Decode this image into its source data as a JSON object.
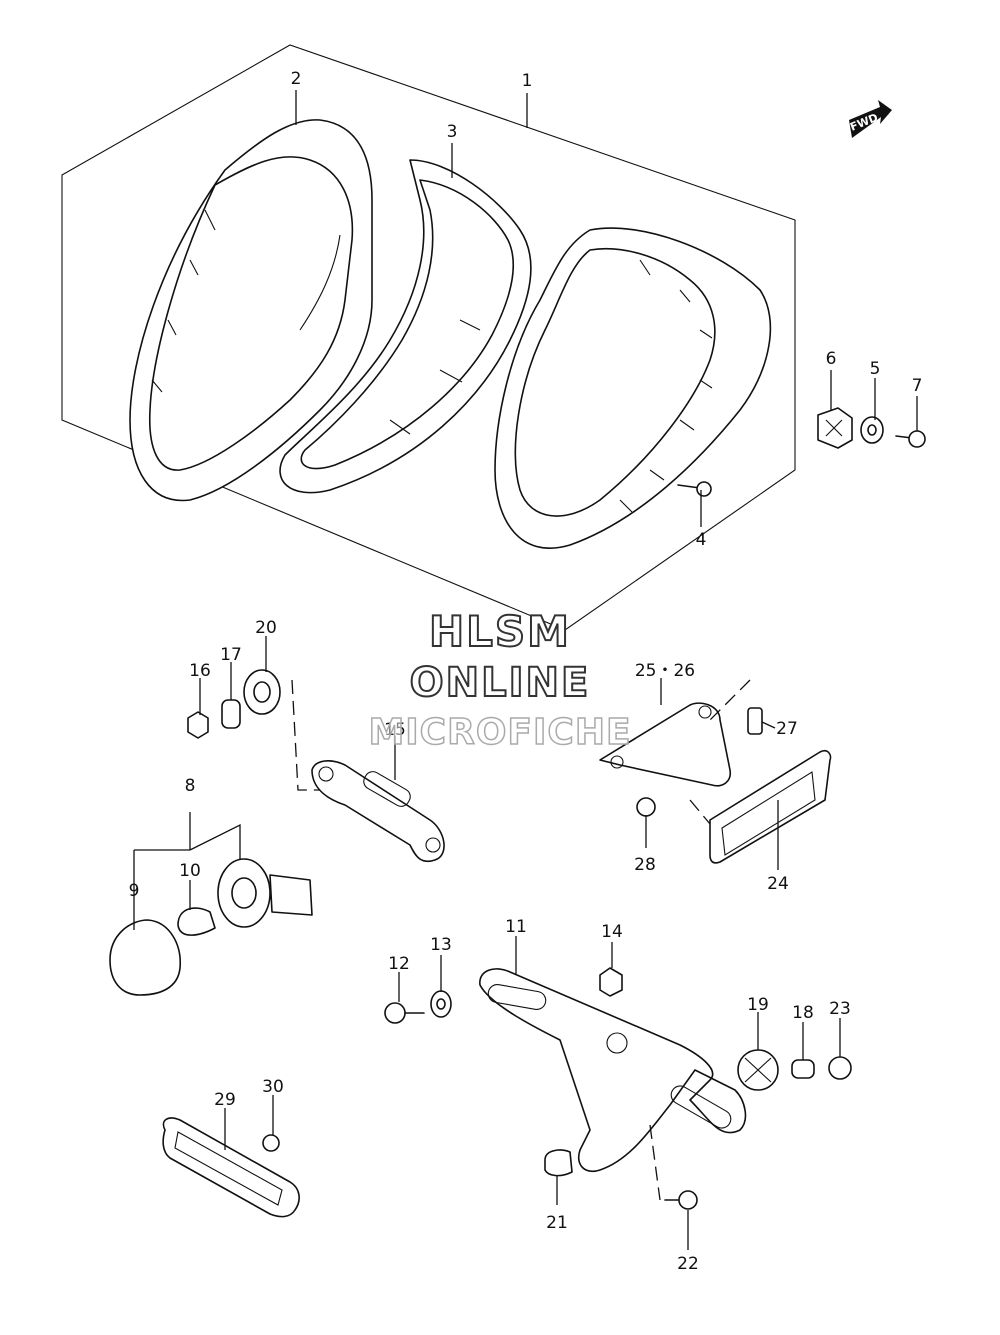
{
  "watermark": {
    "line1": "HLSM",
    "line2": "ONLINE",
    "line3": "MICROFICHE"
  },
  "fwd_badge": "FWD",
  "callouts": {
    "p1": "1",
    "p2": "2",
    "p3": "3",
    "p4": "4",
    "p5": "5",
    "p6": "6",
    "p7": "7",
    "p8": "8",
    "p9": "9",
    "p10": "10",
    "p11": "11",
    "p12": "12",
    "p13": "13",
    "p14": "14",
    "p15": "15",
    "p16": "16",
    "p17": "17",
    "p18": "18",
    "p19": "19",
    "p20": "20",
    "p21": "21",
    "p22": "22",
    "p23": "23",
    "p24": "24",
    "p25_26": "25・26",
    "p27": "27",
    "p28": "28",
    "p29": "29",
    "p30": "30"
  }
}
